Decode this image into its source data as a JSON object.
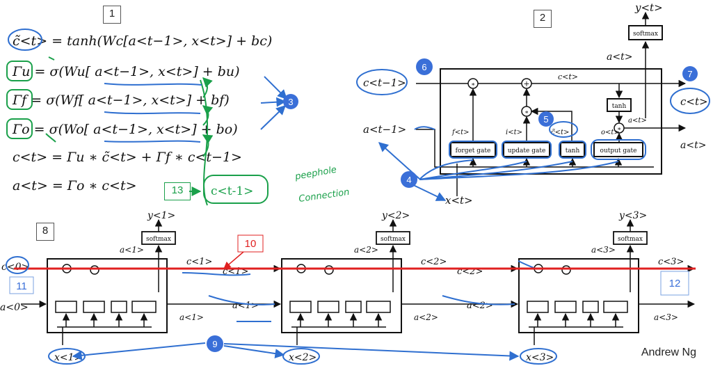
{
  "panels": {
    "p1": "1",
    "p2": "2",
    "p8": "8"
  },
  "equations": {
    "c_tilde": "c̃<t> = tanh(Wc[a<t−1>, x<t>] + bc)",
    "gamma_u": "Γu = σ(Wu[ a<t−1>, x<t>] + bu)",
    "gamma_f": "Γf = σ(Wf[ a<t−1>, x<t>] + bf)",
    "gamma_o": "Γo = σ(Wo[ a<t−1>, x<t>] + bo)",
    "c_t": "c<t> = Γu ∗ c̃<t> + Γf ∗ c<t−1>",
    "a_t": "a<t> = Γo ∗ c<t>"
  },
  "annotations": {
    "n3": "3",
    "n4": "4",
    "n5": "5",
    "n6": "6",
    "n7": "7",
    "n9": "9",
    "n10": "10",
    "n11": "11",
    "n12": "12",
    "n13": "13",
    "peephole_1": "peephole",
    "peephole_2": "Connection",
    "c_prev_hand": "c<t-1>"
  },
  "cell": {
    "y_t": "y<t>",
    "softmax": "softmax",
    "a_t_top": "a<t>",
    "c_prev": "c<t−1>",
    "c_t_line": "c<t>",
    "c_t_out": "c<t>",
    "a_prev": "a<t−1>",
    "x_t": "x<t>",
    "a_t_out": "a<t>",
    "a_t_small": "a<t>",
    "tanh_box": "tanh",
    "forget_gate": "forget gate",
    "update_gate": "update gate",
    "tanh_gate": "tanh",
    "output_gate": "output gate",
    "f_t": "f<t>",
    "i_t": "i<t>",
    "c_tilde_t": "c̃<t>",
    "o_t": "o<t>"
  },
  "chain": {
    "c0": "c<0>",
    "a0": "a<0>",
    "units": [
      {
        "y": "y<1>",
        "a_top": "a<1>",
        "c_out": "c<1>",
        "c_out2": "c<1>",
        "a_out": "a<1>",
        "a_out2": "a<1>",
        "x": "x<1>"
      },
      {
        "y": "y<2>",
        "a_top": "a<2>",
        "c_out": "c<2>",
        "c_out2": "c<2>",
        "a_out": "a<2>",
        "a_out2": "a<2>",
        "x": "x<2>"
      },
      {
        "y": "y<3>",
        "a_top": "a<3>",
        "c_out": "c<3>",
        "a_out": "a<3>",
        "x": "x<3>"
      }
    ],
    "softmax": "softmax"
  },
  "credit": "Andrew Ng",
  "colors": {
    "blue": "#2f6fd0",
    "green": "#1aa04a",
    "red": "#e02020",
    "badge": "#3a6fd8"
  }
}
